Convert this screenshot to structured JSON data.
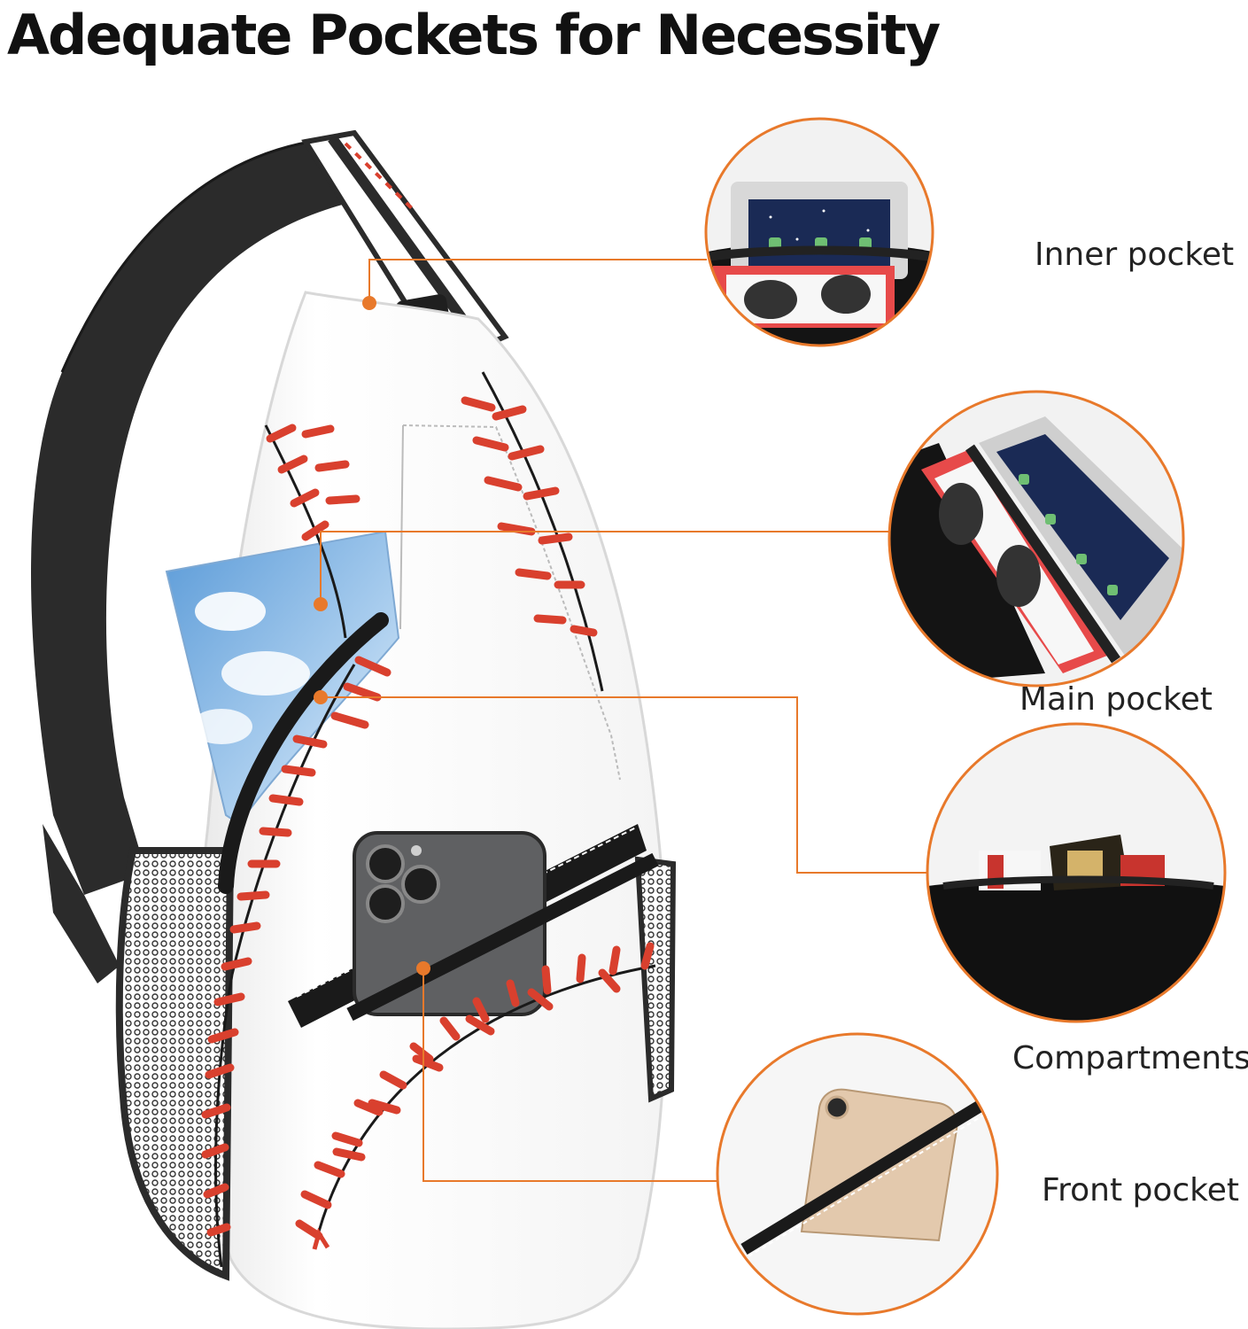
{
  "headline": "Adequate Pockets for Necessity",
  "callouts": [
    {
      "label": "Inner pocket"
    },
    {
      "label": "Main pocket"
    },
    {
      "label": "Compartments"
    },
    {
      "label": "Front pocket"
    }
  ],
  "colors": {
    "leader_line": "#E8792B",
    "circle_border": "#E8792B",
    "stitch": "#D9402E",
    "strap": "#2B2B2B",
    "bag_body": "#FFFFFF",
    "headline_text": "#111111",
    "label_text": "#222222"
  },
  "icons": {
    "strap": "sling-strap",
    "buckle": "buckle",
    "side_mesh": "mesh-bottle-pocket",
    "phone": "smartphone",
    "book": "sky-book",
    "tablet": "tablet"
  }
}
